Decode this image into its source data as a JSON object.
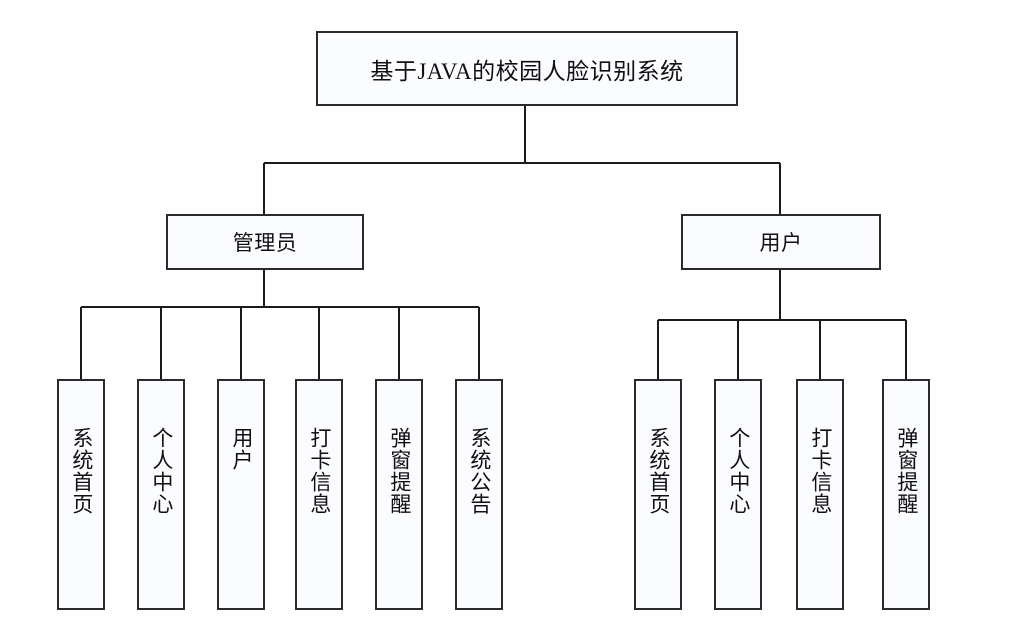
{
  "diagram": {
    "type": "hierarchy-tree",
    "root": {
      "label": "基于JAVA的校园人脸识别系统"
    },
    "branches": [
      {
        "label": "管理员",
        "children": [
          {
            "label": "系统首页"
          },
          {
            "label": "个人中心"
          },
          {
            "label": "用户"
          },
          {
            "label": "打卡信息"
          },
          {
            "label": "弹窗提醒"
          },
          {
            "label": "系统公告"
          }
        ]
      },
      {
        "label": "用户",
        "children": [
          {
            "label": "系统首页"
          },
          {
            "label": "个人中心"
          },
          {
            "label": "打卡信息"
          },
          {
            "label": "弹窗提醒"
          }
        ]
      }
    ],
    "colors": {
      "background": "#ffffff",
      "node_fill": "#fbfcff",
      "node_border": "#2b2b2f",
      "text": "#101014",
      "connector": "#1a1a1e"
    }
  }
}
